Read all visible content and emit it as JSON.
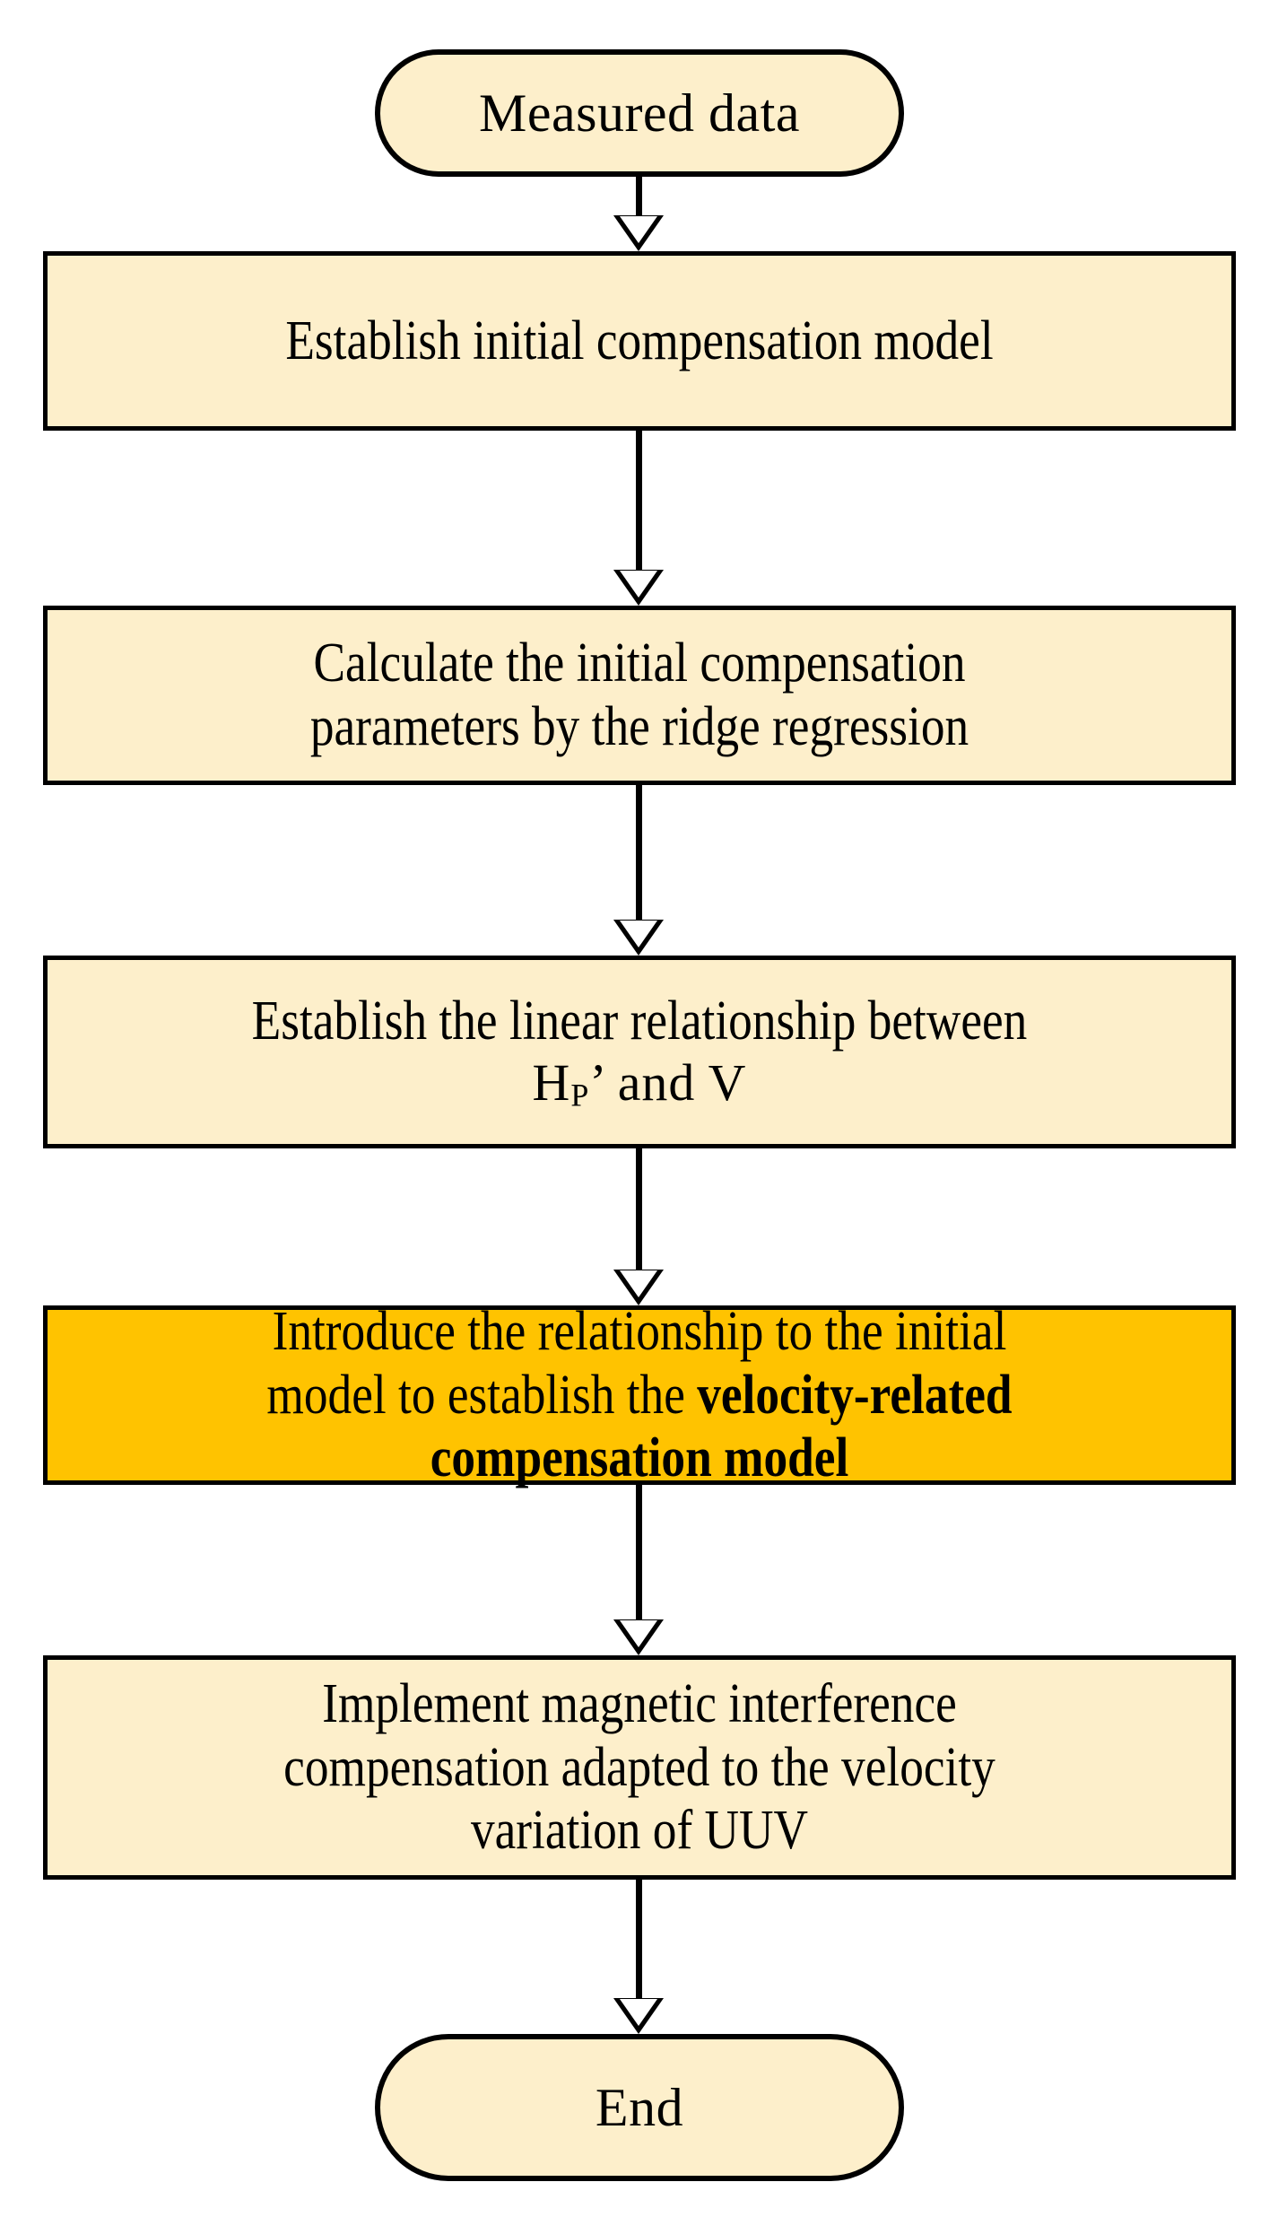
{
  "diagram": {
    "title": "Velocity-related magnetic interference compensation flowchart",
    "background": "#ffffff",
    "colors": {
      "node_fill": "#fdefcb",
      "highlight_fill": "#ffc300",
      "stroke": "#000000",
      "arrow_fill": "#ffffff"
    },
    "nodes": [
      {
        "id": "measured-data",
        "shape": "terminal",
        "label": "Measured data"
      },
      {
        "id": "establish-initial-model",
        "shape": "process",
        "label": "Establish  initial compensation model"
      },
      {
        "id": "calculate-parameters",
        "shape": "process",
        "label": "Calculate the initial compensation\nparameters by the ridge regression"
      },
      {
        "id": "establish-linear",
        "shape": "process",
        "label_line1": "Establish the  linear relationship between",
        "formula_prefix": "H",
        "formula_subscript": "P",
        "formula_suffix": "’  and V"
      },
      {
        "id": "highlight-model",
        "shape": "process",
        "highlight": true,
        "label_plain": "Introduce the  relationship  to the initial\nmodel to establish the ",
        "label_bold": "velocity-related\ncompensation model"
      },
      {
        "id": "implement-compensation",
        "shape": "process",
        "label": "Implement  magnetic interference\ncompensation adapted to the velocity\nvariation of UUV"
      },
      {
        "id": "end",
        "shape": "terminal",
        "label": "End"
      }
    ],
    "connectors": [
      {
        "id": "c1",
        "from": "measured-data",
        "to": "establish-initial-model"
      },
      {
        "id": "c2",
        "from": "establish-initial-model",
        "to": "calculate-parameters"
      },
      {
        "id": "c3",
        "from": "calculate-parameters",
        "to": "establish-linear"
      },
      {
        "id": "c4",
        "from": "establish-linear",
        "to": "highlight-model"
      },
      {
        "id": "c5",
        "from": "highlight-model",
        "to": "implement-compensation"
      },
      {
        "id": "c6",
        "from": "implement-compensation",
        "to": "end"
      }
    ]
  }
}
